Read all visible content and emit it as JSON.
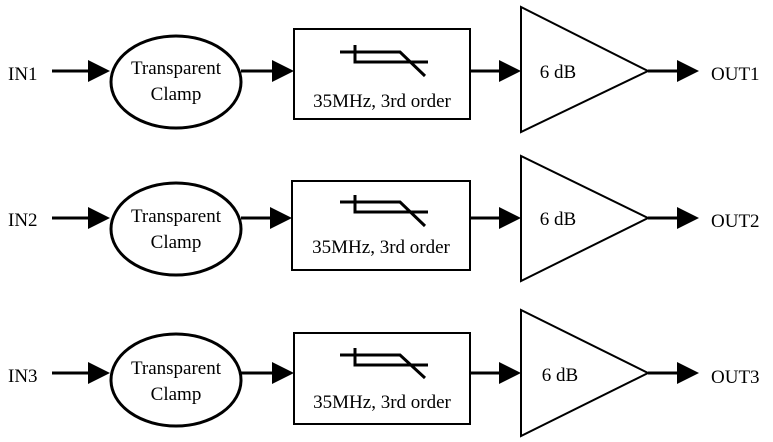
{
  "channels": [
    {
      "input": "IN1",
      "clamp": [
        "Transparent",
        "Clamp"
      ],
      "filter": "35MHz, 3rd order",
      "gain": "6 dB",
      "output": "OUT1"
    },
    {
      "input": "IN2",
      "clamp": [
        "Transparent",
        "Clamp"
      ],
      "filter": "35MHz, 3rd order",
      "gain": "6 dB",
      "output": "OUT2"
    },
    {
      "input": "IN3",
      "clamp": [
        "Transparent",
        "Clamp"
      ],
      "filter": "35MHz, 3rd order",
      "gain": "6 dB",
      "output": "OUT3"
    }
  ],
  "colors": {
    "stroke": "#000000",
    "background": "#ffffff"
  },
  "icons": {
    "filter": "lowpass-filter-icon",
    "arrow": "arrowhead-icon"
  }
}
